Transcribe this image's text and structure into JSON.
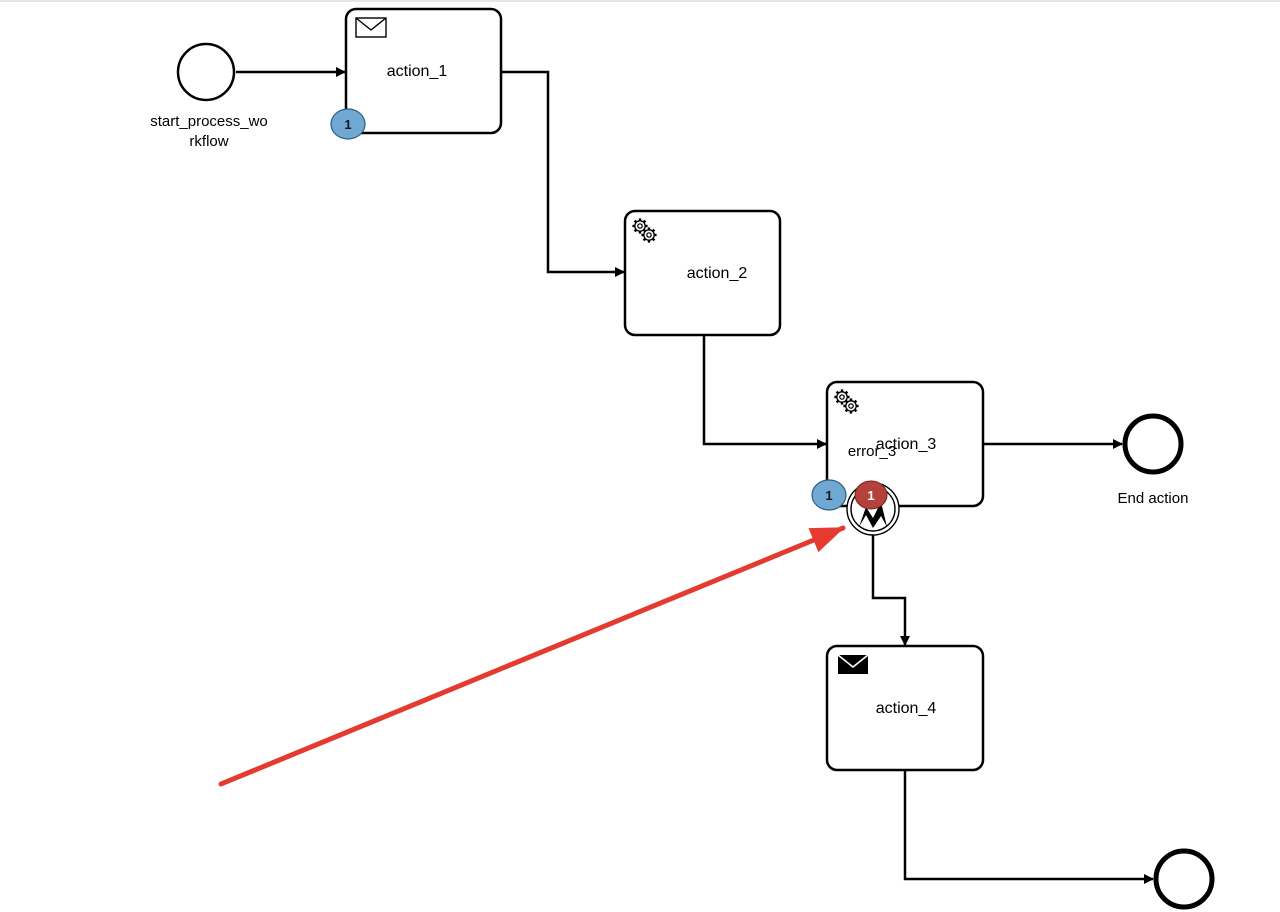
{
  "diagram": {
    "start_event": {
      "label_line1": "start_process_wo",
      "label_line2": "rkflow"
    },
    "tasks": [
      {
        "id": "action_1",
        "label": "action_1",
        "icon": "envelope-outline-icon"
      },
      {
        "id": "action_2",
        "label": "action_2",
        "icon": "gear-icon"
      },
      {
        "id": "action_3",
        "label": "action_3",
        "icon": "gear-icon"
      },
      {
        "id": "action_4",
        "label": "action_4",
        "icon": "envelope-filled-icon"
      }
    ],
    "boundary_event": {
      "label": "error_3",
      "count": "1",
      "color": "#b5413b"
    },
    "token_badges": [
      {
        "on": "action_1",
        "count": "1",
        "color": "#6fa8d2"
      },
      {
        "on": "action_3",
        "count": "1",
        "color": "#6fa8d2"
      }
    ],
    "end_events": [
      {
        "label": "End action"
      },
      {
        "label": ""
      }
    ],
    "annotation_arrow": {
      "color": "#e53a2f"
    }
  }
}
